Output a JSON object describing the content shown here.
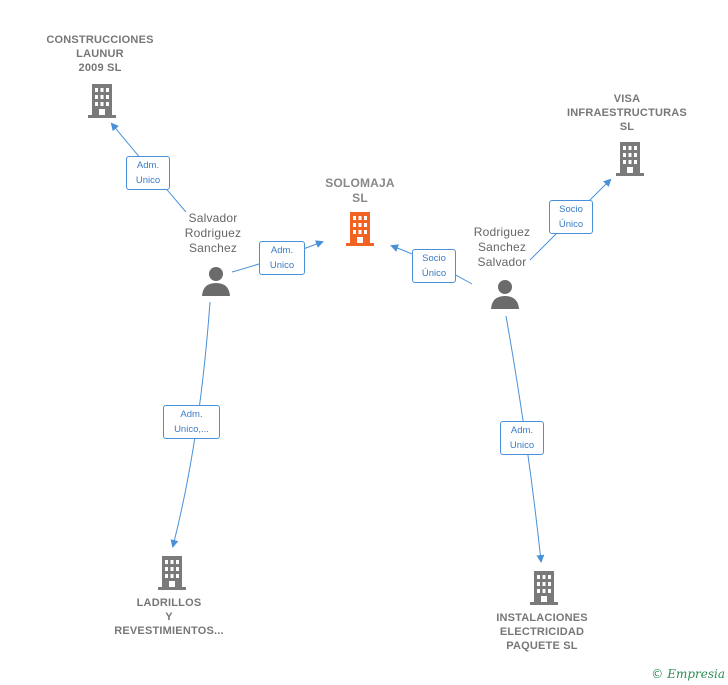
{
  "colors": {
    "edge": "#4a90d9",
    "company_icon": "#7a7a7a",
    "focus_icon": "#f26322",
    "person_icon": "#6b6b6b"
  },
  "nodes": {
    "construcciones": {
      "lines": [
        "CONSTRUCCIONES",
        "LAUNUR",
        "2009 SL"
      ]
    },
    "solomaja": {
      "lines": [
        "SOLOMAJA",
        "SL"
      ]
    },
    "visa": {
      "lines": [
        "VISA",
        "INFRAESTRUCTURAS",
        "SL"
      ]
    },
    "ladrillos": {
      "lines": [
        "LADRILLOS",
        "Y",
        "REVESTIMIENTOS..."
      ]
    },
    "instalaciones": {
      "lines": [
        "INSTALACIONES",
        "ELECTRICIDAD",
        "PAQUETE SL"
      ]
    },
    "salvador": {
      "lines": [
        "Salvador",
        "Rodriguez",
        "Sanchez"
      ]
    },
    "rodriguez": {
      "lines": [
        "Rodriguez",
        "Sanchez",
        "Salvador"
      ]
    }
  },
  "edges": {
    "e1": [
      "Adm.",
      "Unico"
    ],
    "e2": [
      "Adm.",
      "Unico"
    ],
    "e3": [
      "Adm.",
      "Unico,..."
    ],
    "e4": [
      "Socio",
      "Único"
    ],
    "e5": [
      "Socio",
      "Único"
    ],
    "e6": [
      "Adm.",
      "Unico"
    ]
  },
  "footer": {
    "copyright": "©",
    "brand": "Empresia"
  }
}
